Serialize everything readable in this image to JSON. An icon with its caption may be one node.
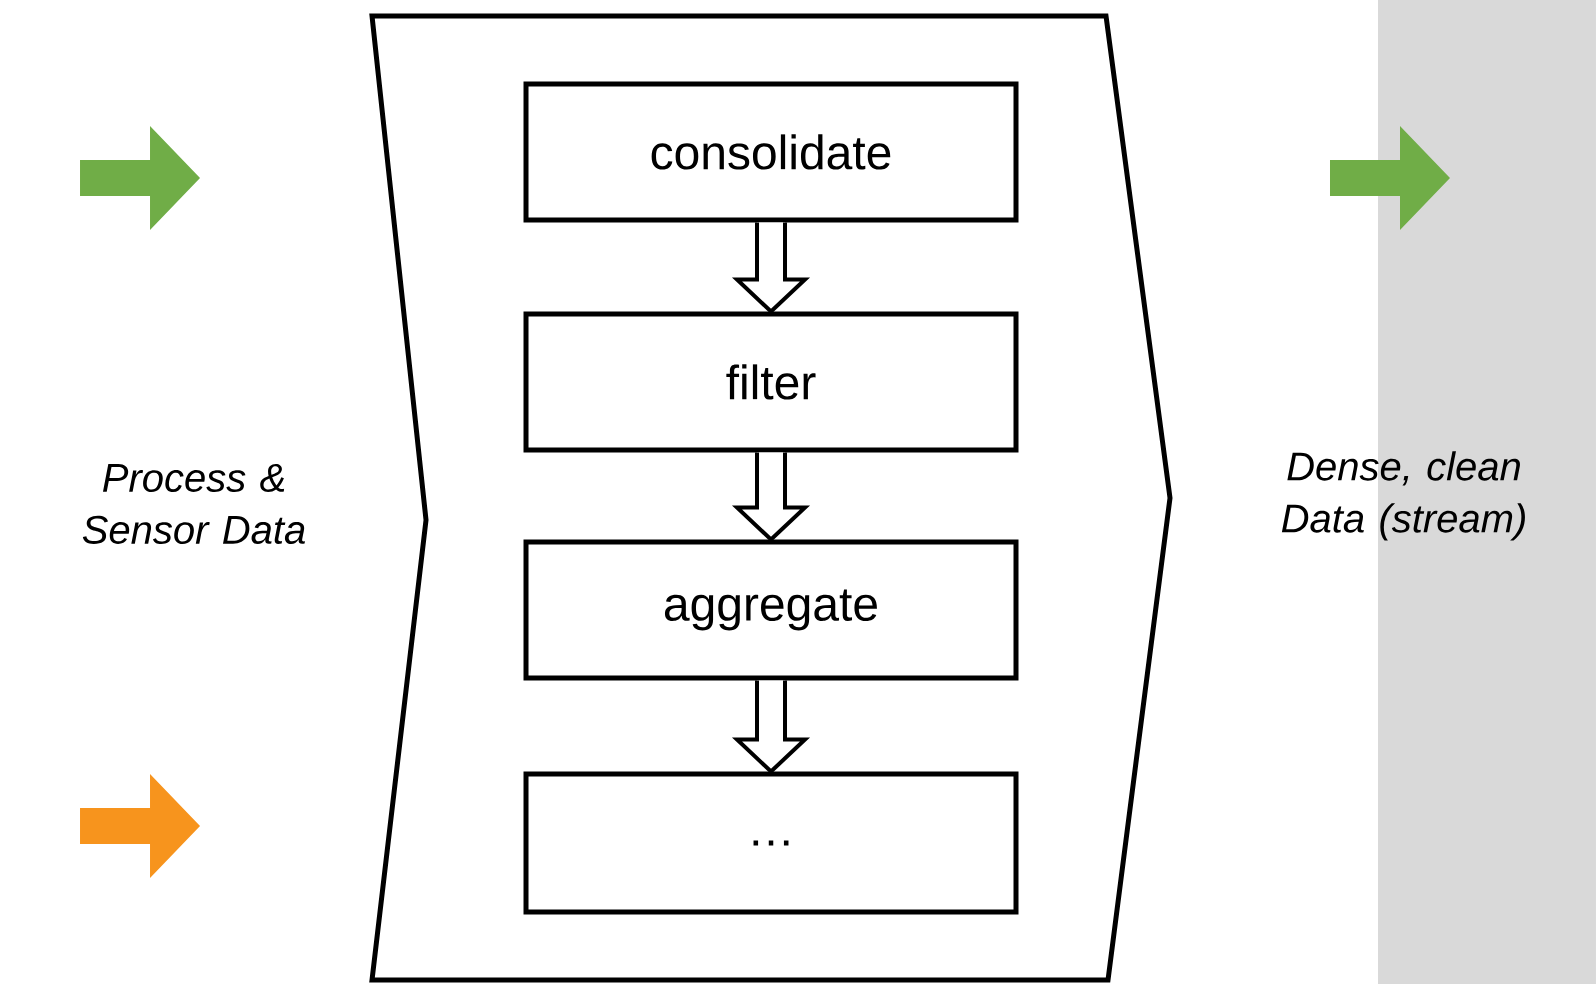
{
  "diagram": {
    "nodes": [
      {
        "text": [],
        "shape": "band"
      },
      {
        "text": [
          "consolidate"
        ],
        "in": 0
      },
      {
        "text": [
          "filter"
        ],
        "in": 0
      },
      {
        "text": [
          "aggregate"
        ],
        "in": 0
      },
      {
        "text": [
          "…"
        ],
        "in": 0
      }
    ],
    "edges": [
      {
        "from": 1,
        "to": 2,
        "arrow": "to"
      },
      {
        "from": 2,
        "to": 3,
        "arrow": "to"
      },
      {
        "from": 3,
        "to": 4,
        "arrow": "to"
      }
    ],
    "labels": [
      "Process & Sensor Data",
      "Dense, clean Data (stream)"
    ]
  }
}
